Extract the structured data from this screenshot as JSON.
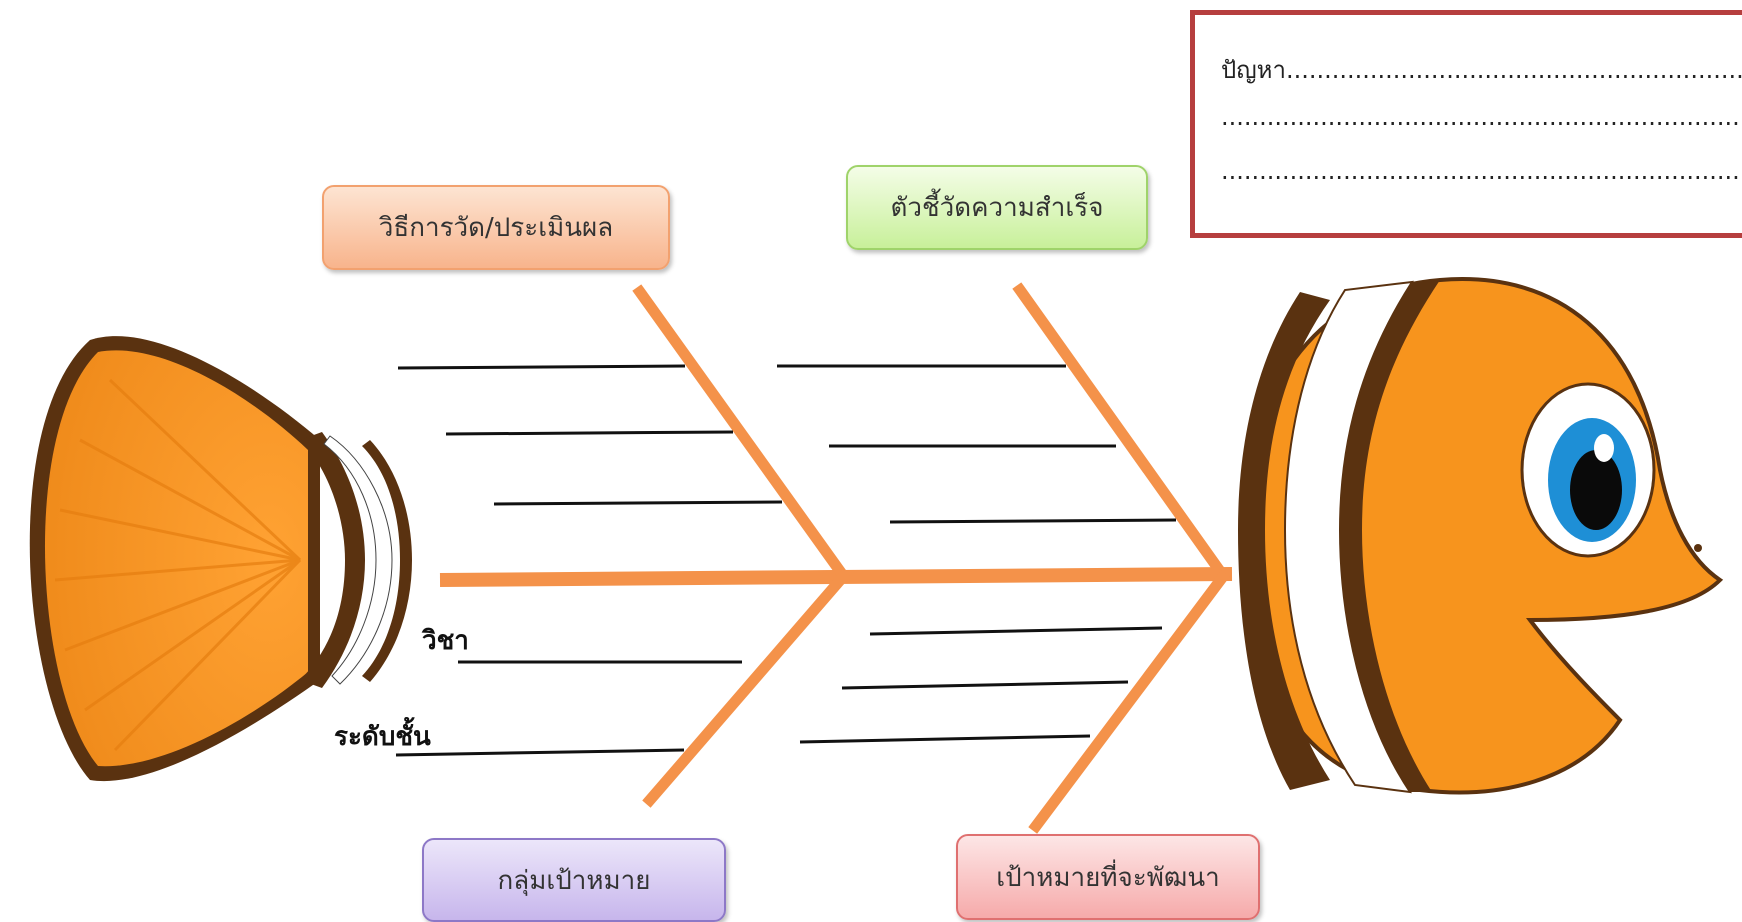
{
  "categories": {
    "method": "วิธีการวัด/ประเมินผล",
    "indicator": "ตัวชี้วัดความสำเร็จ",
    "target_group": "กลุ่มเป้าหมาย",
    "development_goal": "เป้าหมายที่จะพัฒนา"
  },
  "problem_box": {
    "line1": "ปัญหา.............................................................",
    "line2": "......................................................................",
    "line3": "......................................................................"
  },
  "labels": {
    "subject": "วิชา",
    "grade": "ระดับชั้น"
  },
  "colors": {
    "bone": "#f4924a",
    "fish_orange": "#f7941d",
    "fish_dark": "#5a3210",
    "eye_blue": "#1e8fd6",
    "problem_border": "#b63e3e"
  }
}
